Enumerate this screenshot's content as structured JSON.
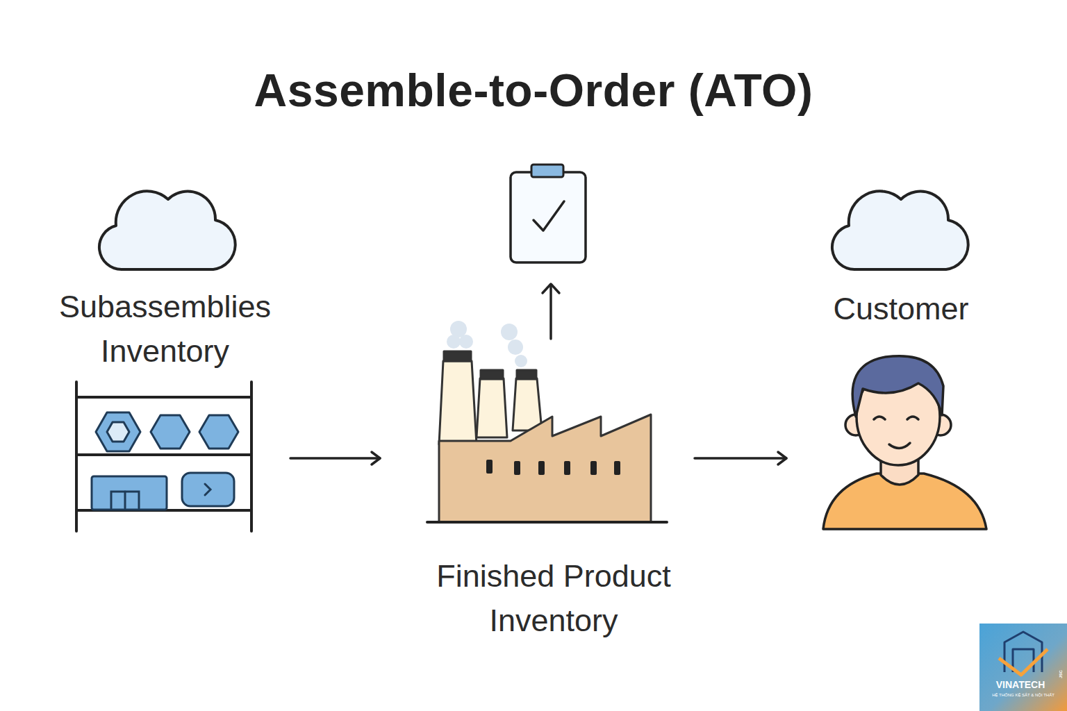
{
  "diagram": {
    "title": "Assemble-to-Order (ATO)",
    "nodes": [
      {
        "text": [
          "Subassemblies Inventory"
        ]
      },
      {
        "text": [
          "Finished Product Inventory"
        ]
      },
      {
        "text": [
          "Customer"
        ]
      }
    ],
    "edges": [
      {
        "from": 0,
        "to": 1,
        "arrow": "to"
      },
      {
        "from": 1,
        "to": 2,
        "arrow": "to"
      }
    ],
    "labels": [
      "VINATECH",
      "JSC",
      "HỆ THỐNG KỆ SẮT & NỘI THẤT"
    ]
  }
}
